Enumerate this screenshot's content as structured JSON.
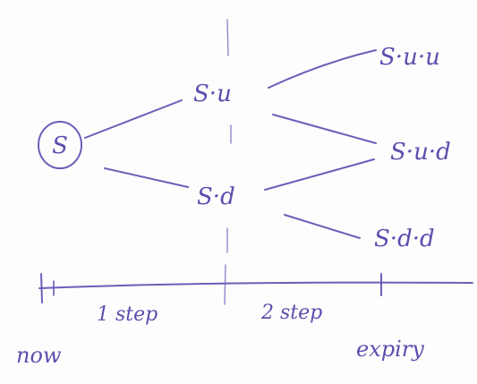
{
  "nodes": {
    "root": "S",
    "u": "S·u",
    "d": "S·d",
    "uu": "S·u·u",
    "ud": "S·u·d",
    "dd": "S·d·d"
  },
  "timeline": {
    "step1": "1 step",
    "step2": "2 step",
    "now": "now",
    "expiry": "expiry"
  }
}
